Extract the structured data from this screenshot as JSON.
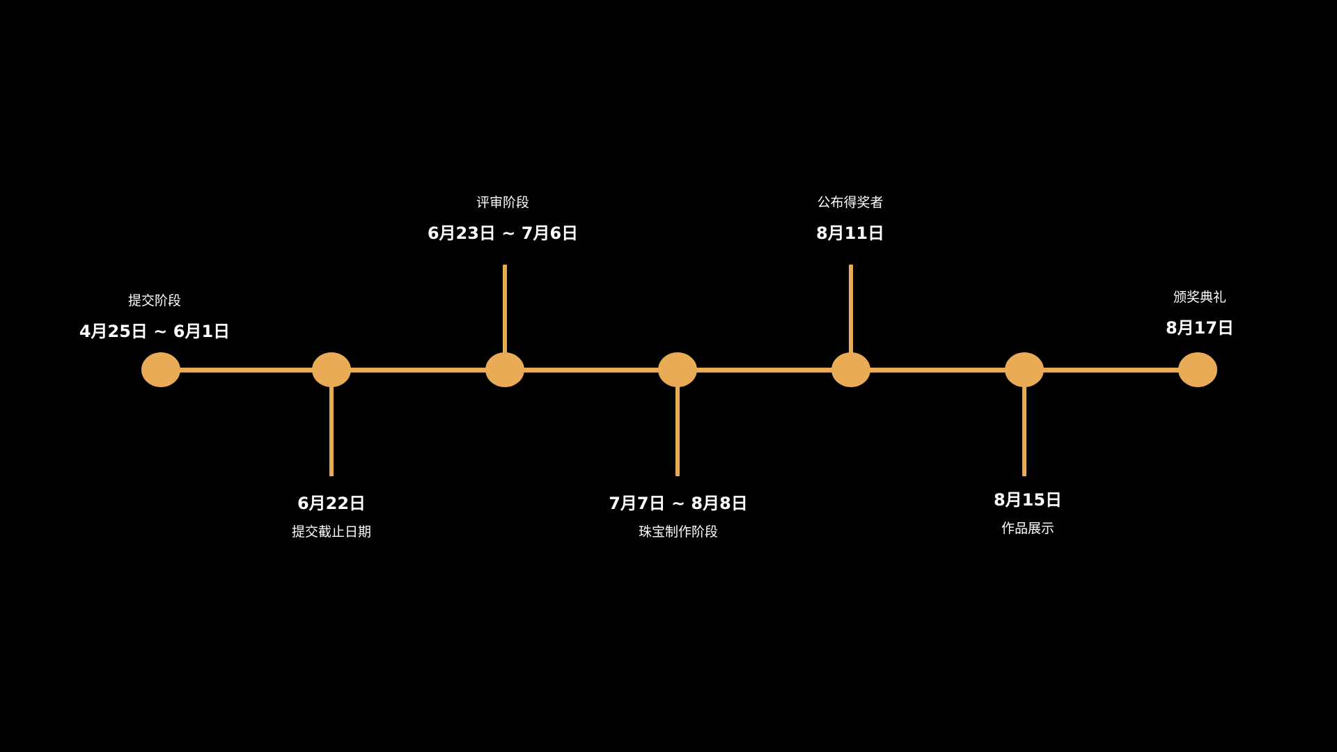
{
  "theme": {
    "background": "#000000",
    "accent": "#E9AB55",
    "text": "#FFFFFF"
  },
  "timeline": {
    "events": [
      {
        "title": "提交阶段",
        "date": "4月25日 ~ 6月1日"
      },
      {
        "title": "提交截止日期",
        "date": "6月22日"
      },
      {
        "title": "评审阶段",
        "date": "6月23日 ~ 7月6日"
      },
      {
        "title": "珠宝制作阶段",
        "date": "7月7日 ~ 8月8日"
      },
      {
        "title": "公布得奖者",
        "date": "8月11日"
      },
      {
        "title": "作品展示",
        "date": "8月15日"
      },
      {
        "title": "颁奖典礼",
        "date": "8月17日"
      }
    ]
  }
}
